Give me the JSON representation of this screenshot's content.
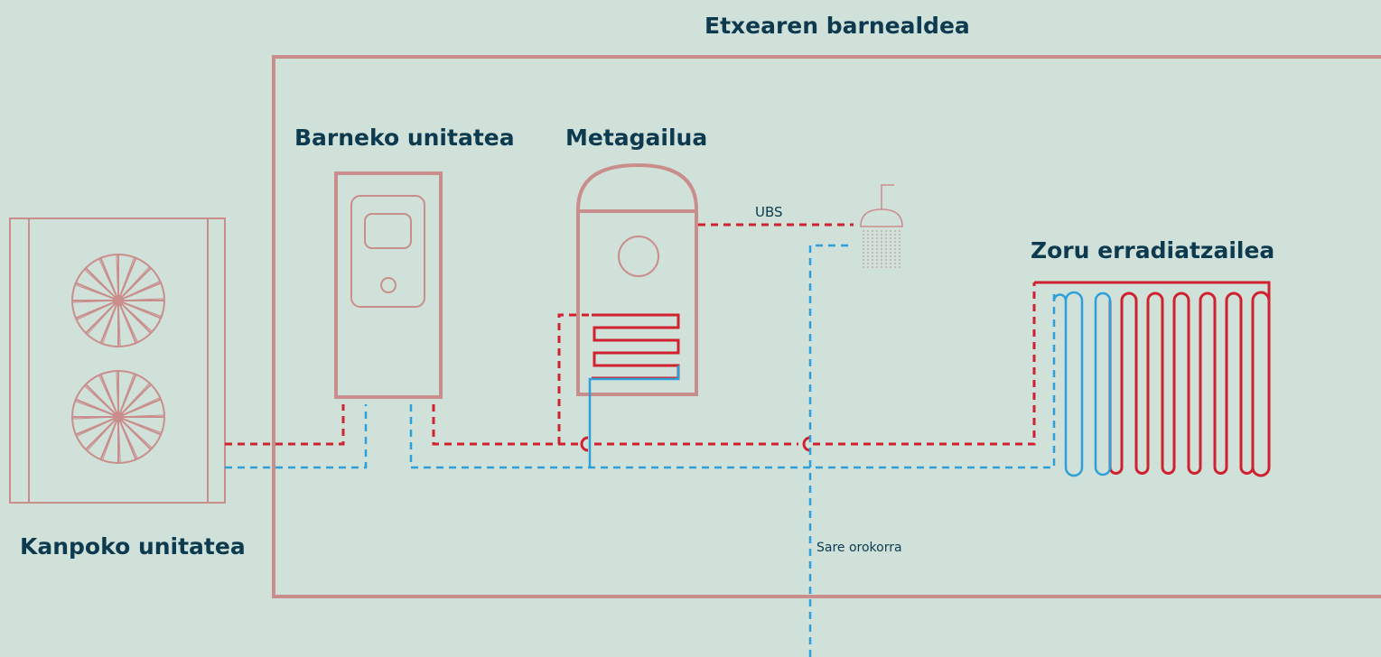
{
  "labels": {
    "house_interior": "Etxearen barnealdea",
    "indoor_unit": "Barneko unitatea",
    "tank": "Metagailua",
    "underfloor": "Zoru erradiatzailea",
    "outdoor_unit": "Kanpoko unitatea",
    "dhw": "UBS",
    "mains": "Sare orokorra"
  },
  "colors": {
    "background": "#d0e1da",
    "outline": "#c98e8c",
    "hot": "#d0212e",
    "cold": "#2d9fd9",
    "text": "#0d3a4f"
  },
  "icons": [
    "fan-icon",
    "shower-icon"
  ]
}
